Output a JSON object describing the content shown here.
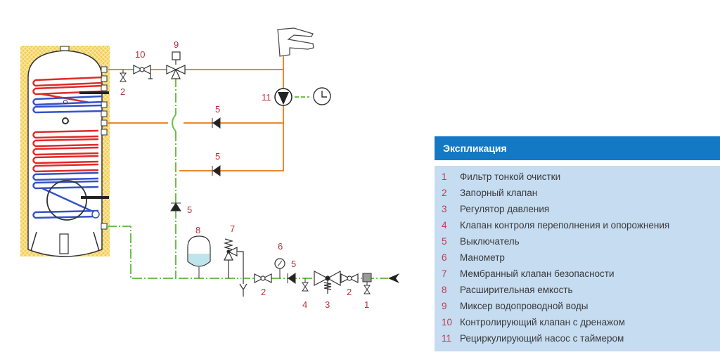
{
  "legend": {
    "title": "Экспликация",
    "items": [
      {
        "num": "1",
        "text": "Фильтр тонкой очистки"
      },
      {
        "num": "2",
        "text": "Запорный клапан"
      },
      {
        "num": "3",
        "text": "Регулятор давления"
      },
      {
        "num": "4",
        "text": "Клапан контроля переполнения и опорожнения"
      },
      {
        "num": "5",
        "text": "Выключатель"
      },
      {
        "num": "6",
        "text": "Манометр"
      },
      {
        "num": "7",
        "text": "Мембранный клапан безопасности"
      },
      {
        "num": "8",
        "text": "Расширительная емкость"
      },
      {
        "num": "9",
        "text": "Миксер водопроводной воды"
      },
      {
        "num": "10",
        "text": "Контролирующий клапан с дренажом"
      },
      {
        "num": "11",
        "text": "Рециркулирующий насос с таймером"
      }
    ]
  },
  "diagram": {
    "labels": {
      "l10": "10",
      "l9": "9",
      "l2top": "2",
      "l11": "11",
      "l5a": "5",
      "l5b": "5",
      "l5c": "5",
      "l8": "8",
      "l7": "7",
      "l6": "6",
      "l5d": "5",
      "l2a": "2",
      "l4": "4",
      "l3": "3",
      "l2b": "2",
      "l1": "1"
    },
    "colors": {
      "hot_pipe": "#e8892f",
      "cold_pipe": "#6cc04a",
      "insulation": "#f1c94a",
      "coil_hot": "#e02a2a",
      "coil_cold": "#3452c8",
      "label": "#b8323d",
      "legend_header": "#1479c4",
      "legend_body": "#c5dcf1"
    }
  }
}
